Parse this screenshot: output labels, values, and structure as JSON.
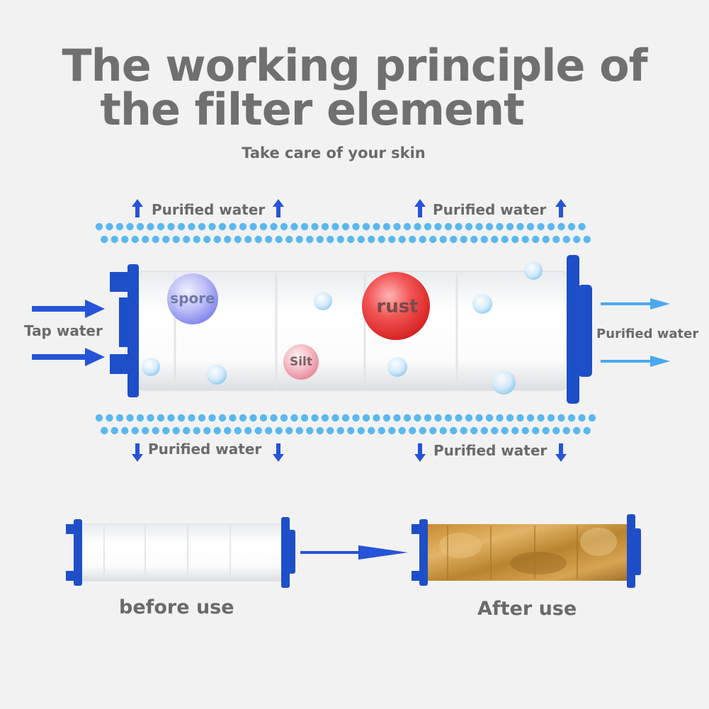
{
  "header": {
    "title_line1": "The working principle of",
    "title_line2": "the filter element",
    "subtitle": "Take care of your skin"
  },
  "labels": {
    "purified_top_left": "Purified water",
    "purified_top_right": "Purified water",
    "purified_bottom_left": "Purified water",
    "purified_bottom_right": "Purified water",
    "tap_water": "Tap water",
    "purified_out": "Purified water"
  },
  "impurities": {
    "spore": "spore",
    "rust": "rust",
    "silt": "Silt"
  },
  "comparison": {
    "before": "before use",
    "after": "After use"
  },
  "colors": {
    "background": "#f2f2f2",
    "cap_blue": "#1e4fc8",
    "arrow_blue": "#2554d8",
    "arrow_light": "#4aa8ef",
    "dots": "#5ab8ef",
    "text_gray": "#6a6a6a",
    "rust_red": "#e0282a",
    "spore_blue": "#7a7ef0",
    "dirty_brown": "#c7913d"
  },
  "icons": {
    "up_arrow": "arrow-up-icon",
    "down_arrow": "arrow-down-icon",
    "right_arrow": "arrow-right-icon"
  }
}
